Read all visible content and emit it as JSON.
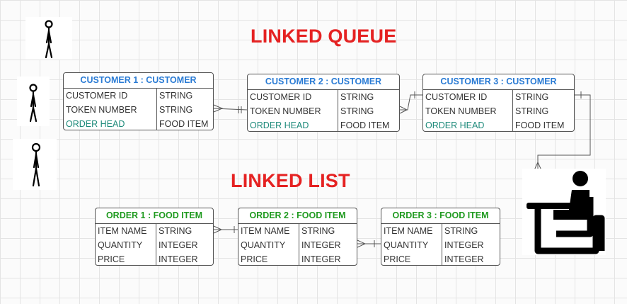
{
  "titles": {
    "queue": "LINKED QUEUE",
    "list": "LINKED LIST"
  },
  "customers": [
    {
      "header": "CUSTOMER 1 : CUSTOMER",
      "rows": [
        {
          "name": "CUSTOMER ID",
          "type": "STRING"
        },
        {
          "name": "TOKEN NUMBER",
          "type": "STRING"
        },
        {
          "name": "ORDER HEAD",
          "type": "FOOD ITEM"
        }
      ]
    },
    {
      "header": "CUSTOMER 2 : CUSTOMER",
      "rows": [
        {
          "name": "CUSTOMER ID",
          "type": "STRING"
        },
        {
          "name": "TOKEN NUMBER",
          "type": "STRING"
        },
        {
          "name": "ORDER HEAD",
          "type": "FOOD ITEM"
        }
      ]
    },
    {
      "header": "CUSTOMER 3 : CUSTOMER",
      "rows": [
        {
          "name": "CUSTOMER ID",
          "type": "STRING"
        },
        {
          "name": "TOKEN NUMBER",
          "type": "STRING"
        },
        {
          "name": "ORDER HEAD",
          "type": "FOOD ITEM"
        }
      ]
    }
  ],
  "orders": [
    {
      "header": "ORDER 1 : FOOD ITEM",
      "rows": [
        {
          "name": "ITEM NAME",
          "type": "STRING"
        },
        {
          "name": "QUANTITY",
          "type": "INTEGER"
        },
        {
          "name": "PRICE",
          "type": "INTEGER"
        }
      ]
    },
    {
      "header": "ORDER 2 : FOOD ITEM",
      "rows": [
        {
          "name": "ITEM NAME",
          "type": "STRING"
        },
        {
          "name": "QUANTITY",
          "type": "INTEGER"
        },
        {
          "name": "PRICE",
          "type": "INTEGER"
        }
      ]
    },
    {
      "header": "ORDER 3 : FOOD ITEM",
      "rows": [
        {
          "name": "ITEM NAME",
          "type": "STRING"
        },
        {
          "name": "QUANTITY",
          "type": "INTEGER"
        },
        {
          "name": "PRICE",
          "type": "INTEGER"
        }
      ]
    }
  ],
  "colors": {
    "title": "#e52222",
    "customer_header": "#2a7bd4",
    "order_header": "#1f9a1f",
    "order_head_field": "#1d8a7a"
  },
  "icons": {
    "people": "stick-figure-icon",
    "server": "person-at-desk-icon"
  }
}
